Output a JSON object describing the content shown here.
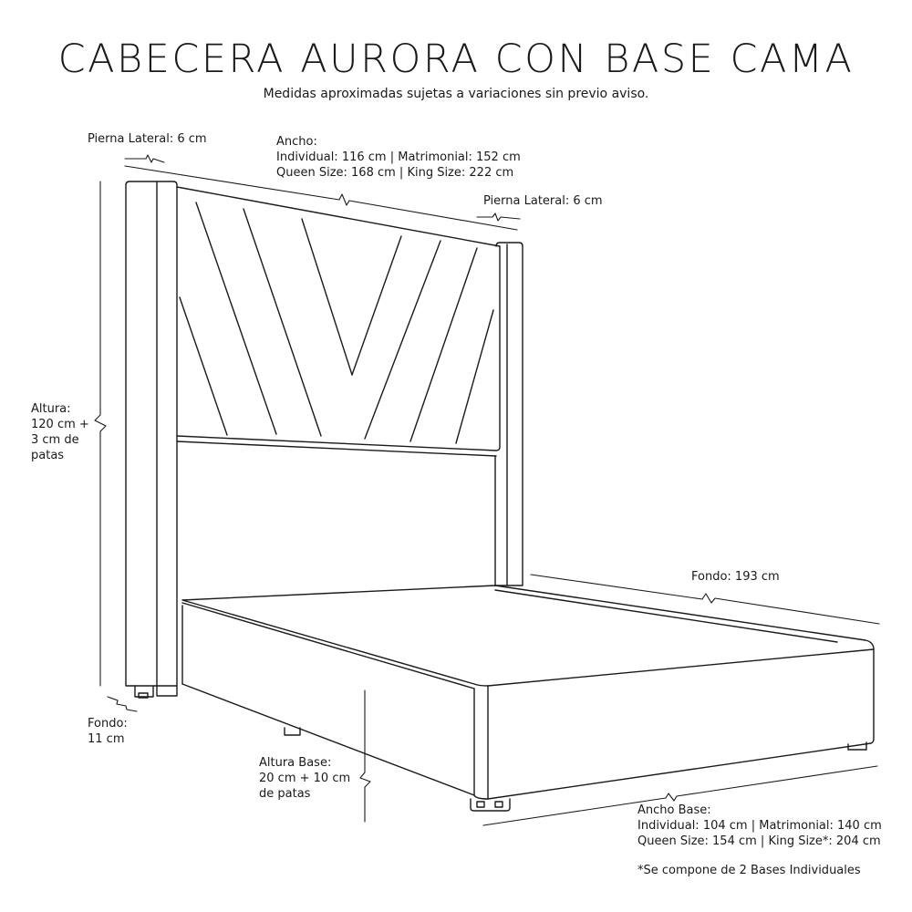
{
  "title": "CABECERA AURORA CON BASE CAMA",
  "subtitle": "Medidas aproximadas sujetas a variaciones sin previo aviso.",
  "labels": {
    "pierna_lateral_left": "Pierna Lateral: 6 cm",
    "pierna_lateral_right": "Pierna Lateral: 6 cm",
    "ancho": {
      "line1": "Ancho:",
      "line2": "Individual: 116 cm | Matrimonial: 152 cm",
      "line3": "Queen Size: 168 cm | King Size: 222 cm"
    },
    "altura": {
      "line1": "Altura:",
      "line2": "120 cm +",
      "line3": "3 cm de",
      "line4": "patas"
    },
    "fondo_headboard": {
      "line1": "Fondo:",
      "line2": "11 cm"
    },
    "fondo_base": "Fondo: 193 cm",
    "altura_base": {
      "line1": "Altura Base:",
      "line2": "20 cm + 10 cm",
      "line3": "de patas"
    },
    "ancho_base": {
      "line1": "Ancho Base:",
      "line2": "Individual: 104 cm | Matrimonial: 140 cm",
      "line3": "Queen Size: 154 cm | King Size*: 204 cm"
    },
    "footnote": "*Se compone de 2 Bases Individuales"
  }
}
